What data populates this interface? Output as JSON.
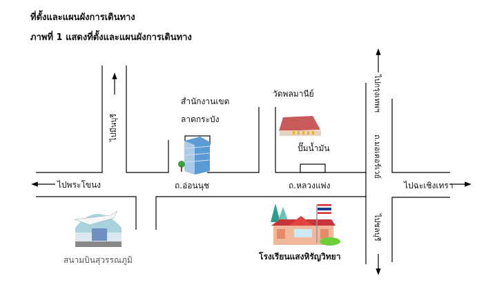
{
  "header": {
    "title": "ที่ตั้งและแผนผังการเดินทาง",
    "caption": "ภาพที่ 1 แสดงที่ตั้งและแผนผังการเดินทาง"
  },
  "labels": {
    "to_minburi": "ไปมีนบุรี",
    "district_office_1": "สำนักงานเขต",
    "district_office_2": "ลาดกระบัง",
    "wat": "วัดพลมานีย์",
    "gas_station": "ปั๊มน้ำมัน",
    "to_phra_khanong": "ไปพระโขนง",
    "on_nut_road": "ถ.อ่อนนุช",
    "luang_phaeng_road": "ถ.หลวงแพ่ง",
    "to_bangkok": "ไปกรุงเทพฯ",
    "motorway": "ถ.มอเตอร์เวย์",
    "to_chachoengsao": "ไปฉะเชิงเทรา",
    "to_chonburi": "ไปชลบุรี",
    "airport": "สนามบินสุวรรณภูมิ",
    "school": "โรงเรียนแสงหิรัญวิทยา"
  },
  "colors": {
    "road": "#000000",
    "roof": "#c8343b",
    "sky": "#a9d3dc",
    "flag_red": "#d62828",
    "flag_blue": "#1d3c8f"
  }
}
